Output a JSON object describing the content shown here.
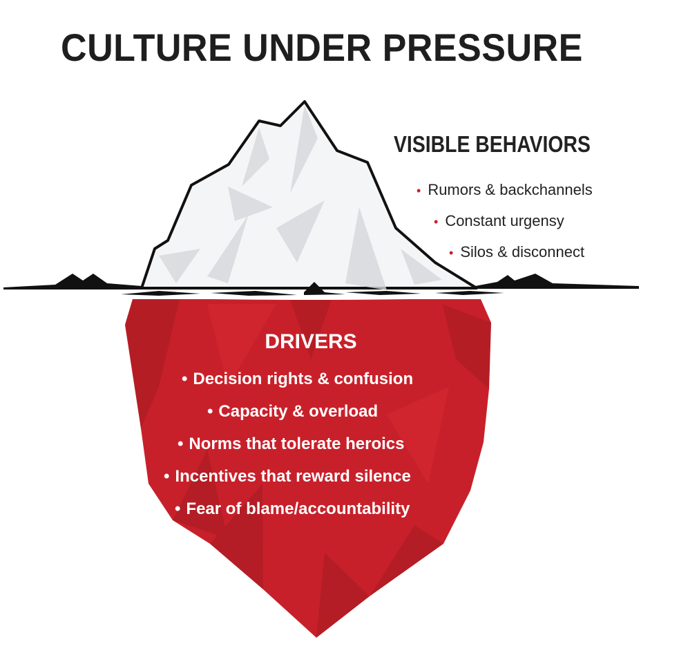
{
  "title": "CULTURE UNDER PRESSURE",
  "visible": {
    "heading": "VISIBLE BEHAVIORS",
    "items": [
      "Rumors & backchannels",
      "Constant urgensy",
      "Silos & disconnect"
    ]
  },
  "drivers": {
    "heading": "DRIVERS",
    "items": [
      "Decision rights & confusion",
      "Capacity & overload",
      "Norms that tolerate heroics",
      "Incentives that reward silence",
      "Fear of blame/accountability"
    ]
  },
  "colors": {
    "accent": "#c8202a",
    "ice": "#f2f3f4",
    "outline": "#111111"
  },
  "bullet": "•"
}
